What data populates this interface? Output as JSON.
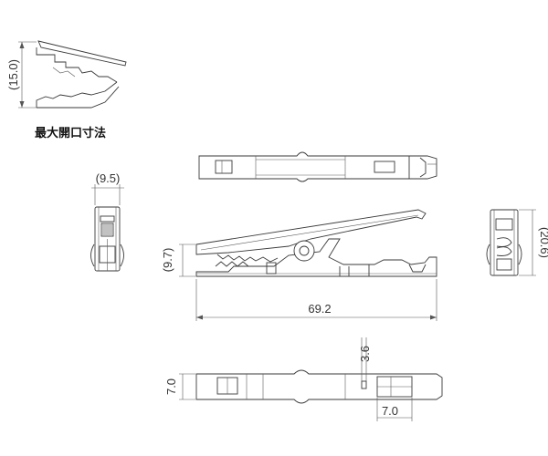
{
  "caption": "最大開口寸法",
  "dimensions": {
    "max_opening": "(15.0)",
    "front_width": "(9.5)",
    "side_height": "(9.7)",
    "overall_length": "69.2",
    "end_height": "(20.6)",
    "bottom_width": "7.0",
    "slot_width": "3.6",
    "tip_length": "7.0"
  }
}
